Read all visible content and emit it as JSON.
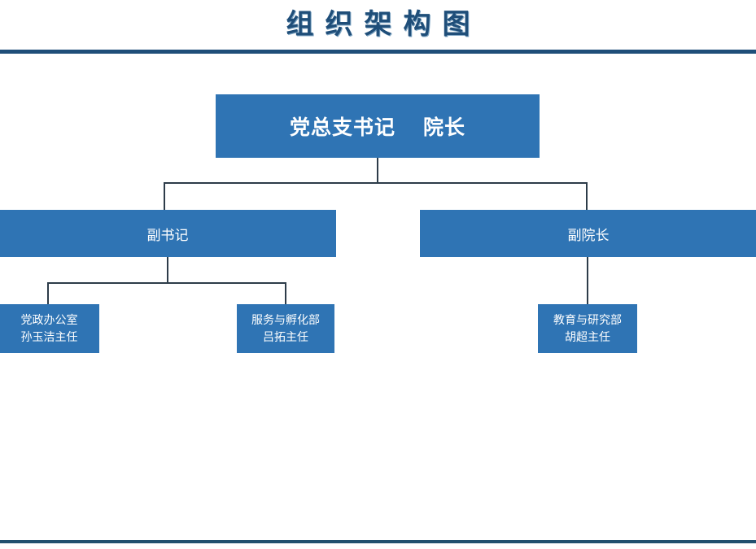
{
  "page": {
    "title": "组织架构图",
    "accent_color": "#1f4e79",
    "node_color": "#2f74b4",
    "connector_color": "#2d3c49"
  },
  "chart_data": {
    "type": "diagram",
    "title": "组织架构图",
    "levels": 3,
    "root": {
      "label_left": "党总支书记",
      "label_right": "院长"
    },
    "level2": [
      {
        "label": "副书记"
      },
      {
        "label": "副院长"
      }
    ],
    "level3": [
      {
        "department": "党政办公室",
        "person": "孙玉洁主任",
        "parent": "副书记"
      },
      {
        "department": "服务与孵化部",
        "person": "吕拓主任",
        "parent": "副书记"
      },
      {
        "department": "教育与研究部",
        "person": "胡超主任",
        "parent": "副院长"
      }
    ]
  }
}
